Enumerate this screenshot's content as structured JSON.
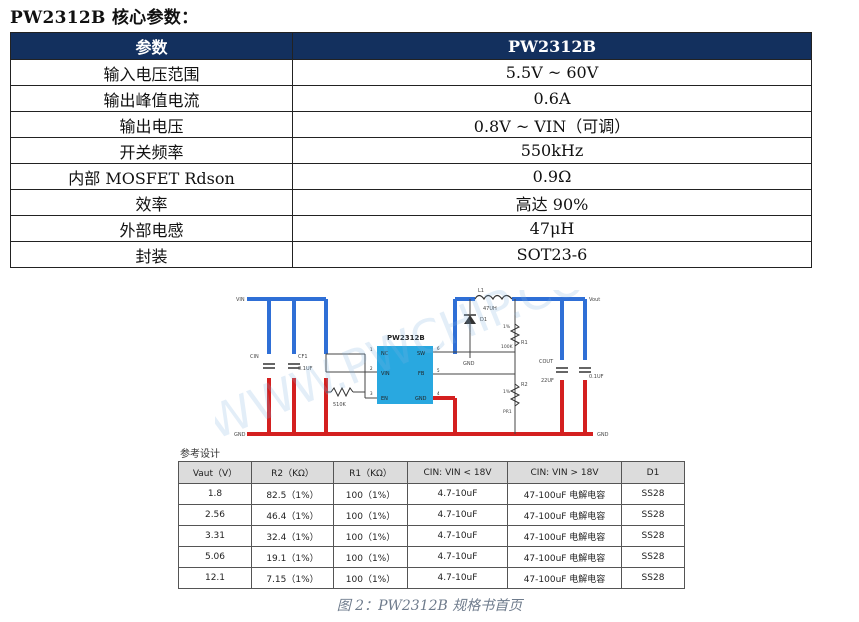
{
  "doc_title": "PW2312B 核心参数：",
  "params_table": {
    "headers": [
      "参数",
      "PW2312B"
    ],
    "rows": [
      [
        "输入电压范围",
        "5.5V ~ 60V"
      ],
      [
        "输出峰值电流",
        "0.6A"
      ],
      [
        "输出电压",
        "0.8V ~ VIN（可调）"
      ],
      [
        "开关频率",
        "550kHz"
      ],
      [
        "内部 MOSFET Rdson",
        "0.9Ω"
      ],
      [
        "效率",
        "高达 90%"
      ],
      [
        "外部电感",
        "47μH"
      ],
      [
        "封装",
        "SOT23-6"
      ]
    ]
  },
  "schematic": {
    "chip_name": "PW2312B",
    "pin_labels": [
      "NC",
      "VIN",
      "EN",
      "SW",
      "FB",
      "GND"
    ],
    "pin_numbers": [
      "1",
      "2",
      "3",
      "6",
      "5",
      "4"
    ],
    "labels": {
      "vin": "VIN",
      "vout": "Vout",
      "gnd_left": "GND",
      "gnd_right": "GND",
      "gnd_diode": "GND",
      "cin": "CIN",
      "cf1": "CF1",
      "cf1_val": "0.1UF",
      "res_en": "510K",
      "l1": "L1",
      "l1_val": "47UH",
      "d1": "D1",
      "r1": "R1",
      "r1_val": "1%",
      "r1_code": "100K",
      "r2": "R2",
      "r2_val": "1%",
      "r2_code": "PR1",
      "cout": "COUT",
      "cout_val": "22UF",
      "cf2_val": "0.1UF"
    },
    "colors": {
      "chip": "#29a8e0",
      "vin_wire": "#2f6fd6",
      "gnd_wire": "#d42020",
      "wire": "#444444"
    }
  },
  "watermark": {
    "text": "WWW.PWCHIP.COM"
  },
  "ref_design": {
    "label": "参考设计",
    "headers": [
      "Vaut（V）",
      "R2（KΩ）",
      "R1（KΩ）",
      "CIN: VIN < 18V",
      "CIN: VIN > 18V",
      "D1"
    ],
    "rows": [
      [
        "1.8",
        "82.5（1%）",
        "100（1%）",
        "4.7-10uF",
        "47-100uF 电解电容",
        "SS28"
      ],
      [
        "2.56",
        "46.4（1%）",
        "100（1%）",
        "4.7-10uF",
        "47-100uF 电解电容",
        "SS28"
      ],
      [
        "3.31",
        "32.4（1%）",
        "100（1%）",
        "4.7-10uF",
        "47-100uF 电解电容",
        "SS28"
      ],
      [
        "5.06",
        "19.1（1%）",
        "100（1%）",
        "4.7-10uF",
        "47-100uF 电解电容",
        "SS28"
      ],
      [
        "12.1",
        "7.15（1%）",
        "100（1%）",
        "4.7-10uF",
        "47-100uF 电解电容",
        "SS28"
      ]
    ]
  },
  "caption": "图 2：PW2312B 规格书首页"
}
